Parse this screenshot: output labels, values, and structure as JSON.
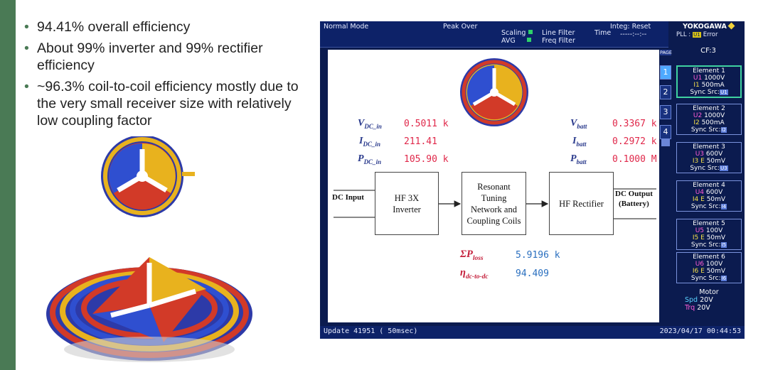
{
  "slide": {
    "bullets": [
      "94.41% overall efficiency",
      "About 99% inverter and 99% rectifier efficiency",
      "~96.3% coil-to-coil efficiency mostly due to the very small receiver size with relatively low coupling factor"
    ],
    "accent_color": "#4a7a55"
  },
  "scope": {
    "top": {
      "mode": "Normal Mode",
      "peak_over": "Peak Over",
      "scaling": "Scaling",
      "avg": "AVG",
      "line_filter": "Line Filter",
      "freq_filter": "Freq Filter",
      "time_label": "Time",
      "time_value": "-----:--:--",
      "integ": "Integ: Reset",
      "brand": "YOKOGAWA",
      "pll_label": "PLL :",
      "pll_chip": "U1",
      "pll_status": "Error"
    },
    "page_label": "PAGE",
    "pages": [
      "1",
      "2",
      "3",
      "4"
    ],
    "cf": "CF:3",
    "elements": [
      {
        "title": "Element 1",
        "u_label": "U1",
        "u_val": "1000V",
        "i_label": "I1",
        "i_val": "500mA",
        "sync": "Sync Src:",
        "sync_chip": "U1"
      },
      {
        "title": "Element 2",
        "u_label": "U2",
        "u_val": "1000V",
        "i_label": "I2",
        "i_val": "500mA",
        "sync": "Sync Src:",
        "sync_chip": "I2"
      },
      {
        "title": "Element 3",
        "u_label": "U3",
        "u_val": "600V",
        "i_label": "I3 E",
        "i_val": "50mV",
        "sync": "Sync Src:",
        "sync_chip": "U3"
      },
      {
        "title": "Element 4",
        "u_label": "U4",
        "u_val": "600V",
        "i_label": "I4 E",
        "i_val": "50mV",
        "sync": "Sync Src:",
        "sync_chip": "I4"
      },
      {
        "title": "Element 5",
        "u_label": "U5",
        "u_val": "100V",
        "i_label": "I5 E",
        "i_val": "50mV",
        "sync": "Sync Src:",
        "sync_chip": "I5"
      },
      {
        "title": "Element 6",
        "u_label": "U6",
        "u_val": "100V",
        "i_label": "I6 E",
        "i_val": "50mV",
        "sync": "Sync Src:",
        "sync_chip": "I6"
      }
    ],
    "motor": {
      "title": "Motor",
      "spd_label": "Spd",
      "spd_val": "20V",
      "trq_label": "Trq",
      "trq_val": "20V"
    },
    "bottom": {
      "update": "Update 41951 ( 50msec)",
      "datetime": "2023/04/17 00:44:53"
    },
    "measure": {
      "v_dc_in": {
        "sym": "V",
        "sub": "DC_in",
        "val": "0.5011 k"
      },
      "i_dc_in": {
        "sym": "I",
        "sub": "DC_in",
        "val": "211.41"
      },
      "p_dc_in": {
        "sym": "P",
        "sub": "DC_in",
        "val": "105.90 k"
      },
      "v_batt": {
        "sym": "V",
        "sub": "batt",
        "val": "0.3367 k"
      },
      "i_batt": {
        "sym": "I",
        "sub": "batt",
        "val": "0.2972 k"
      },
      "p_batt": {
        "sym": "P",
        "sub": "batt",
        "val": "0.1000 M"
      },
      "loss": {
        "sym": "ΣP",
        "sub": "loss",
        "val": "5.9196 k"
      },
      "eff": {
        "sym": "η",
        "sub": "dc-to-dc",
        "val": "94.409"
      }
    },
    "diagram": {
      "dc_input": "DC Input",
      "inverter": "HF 3X\nInverter",
      "tuning": "Resonant\nTuning\nNetwork and\nCoupling Coils",
      "rectifier": "HF Rectifier",
      "dc_output": "DC Output\n(Battery)"
    }
  }
}
